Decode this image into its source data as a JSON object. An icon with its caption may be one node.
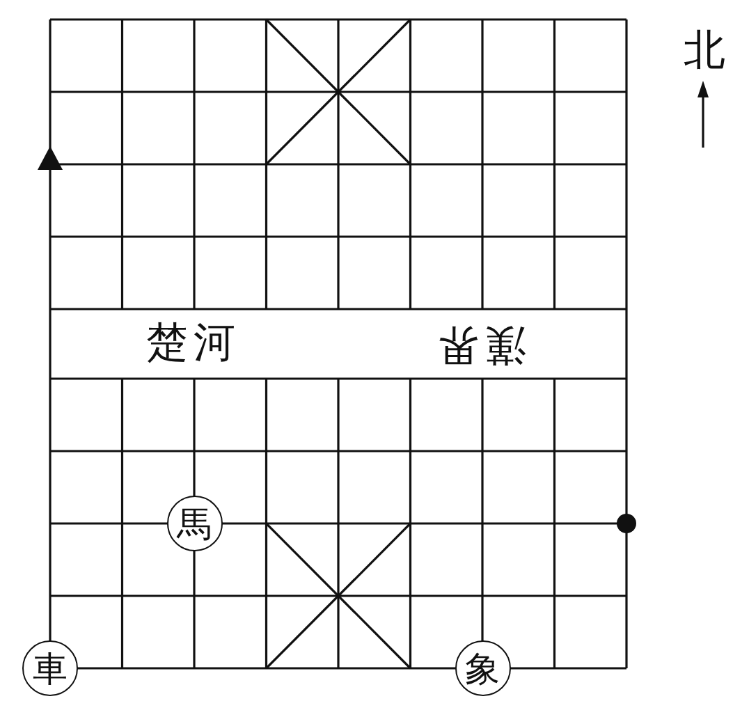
{
  "diagram": {
    "nodes": [
      {
        "text": [],
        "shape": "triangle"
      },
      {
        "text": [
          "馬"
        ]
      },
      {
        "text": [],
        "shape": "circle"
      },
      {
        "text": [
          "車"
        ]
      },
      {
        "text": [
          "象"
        ]
      }
    ],
    "labels": [
      "北",
      "楚河",
      "漢界"
    ]
  }
}
